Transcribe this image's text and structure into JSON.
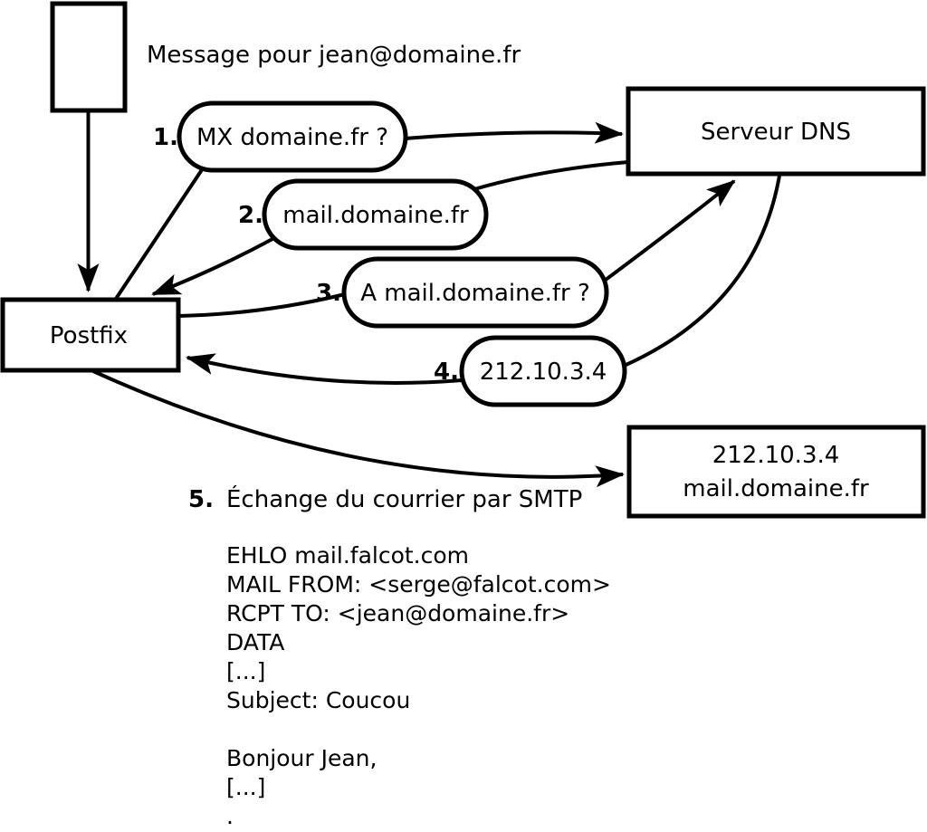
{
  "labels": {
    "message": "Message pour jean@domaine.fr"
  },
  "nodes": {
    "postfix": {
      "label": "Postfix"
    },
    "dns_server": {
      "label": "Serveur DNS"
    },
    "mail_server": {
      "line1": "212.10.3.4",
      "line2": "mail.domaine.fr"
    }
  },
  "steps": [
    {
      "num": "1.",
      "label": "MX domaine.fr ?"
    },
    {
      "num": "2.",
      "label": "mail.domaine.fr"
    },
    {
      "num": "3.",
      "label": "A mail.domaine.fr ?"
    },
    {
      "num": "4.",
      "label": "212.10.3.4"
    },
    {
      "num": "5.",
      "label": "Échange du courrier par SMTP"
    }
  ],
  "smtp_dialogue": [
    "EHLO mail.falcot.com",
    "MAIL FROM: <serge@falcot.com>",
    "RCPT TO: <jean@domaine.fr>",
    "DATA",
    "[...]",
    "Subject: Coucou",
    "Bonjour Jean,",
    "[...]",
    "."
  ],
  "colors": {
    "ink": "#000000",
    "background": "#ffffff"
  }
}
